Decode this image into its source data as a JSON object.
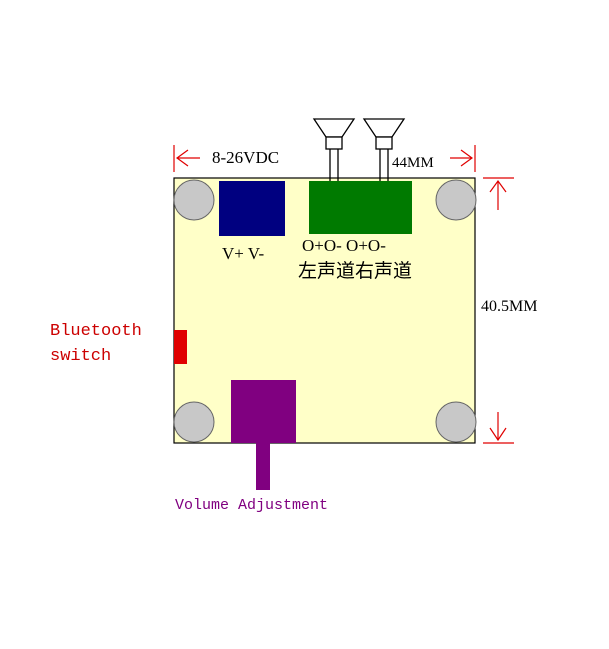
{
  "labels": {
    "voltage": "8-26VDC",
    "width": "44MM",
    "height": "40.5MM",
    "power_terminal": "V+ V-",
    "speaker_terminal": "O+O- O+O-",
    "channels": "左声道右声道",
    "bluetooth_line1": "Bluetooth",
    "bluetooth_line2": "switch",
    "volume": "Volume Adjustment"
  },
  "colors": {
    "board": "#ffffc8",
    "power_block": "#000080",
    "speaker_block": "#007a00",
    "bluetooth_switch": "#e00000",
    "volume_knob": "#800080",
    "mount_hole": "#c8c8c8",
    "dimension_arrows": "#e00000",
    "callout_text": "#cc0000"
  },
  "icons": [
    "speaker-icon-left",
    "speaker-icon-right"
  ]
}
